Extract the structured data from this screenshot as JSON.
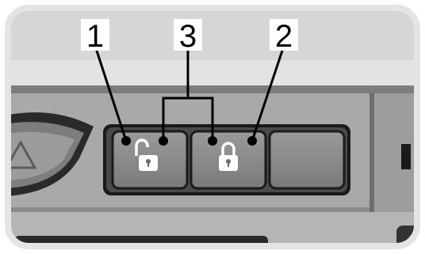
{
  "figure": {
    "callouts": [
      {
        "number": "1",
        "target": "unlock-button"
      },
      {
        "number": "2",
        "target": "lock-button"
      },
      {
        "number": "3",
        "target": "lock-indicator-lights"
      }
    ],
    "buttons": [
      {
        "name": "unlock-button",
        "icon": "unlock-padlock-icon",
        "indicator_light": true
      },
      {
        "name": "lock-button",
        "icon": "lock-padlock-icon",
        "indicator_light": true
      },
      {
        "name": "blank-button",
        "icon": "",
        "indicator_light": false
      }
    ],
    "colors": {
      "panel_light": "#d3d3d3",
      "panel_mid": "#a6a6a6",
      "panel_dark": "#6f6f6f",
      "button_face": "#8c8c8c",
      "button_border": "#1b1b1b",
      "indicator": "#000000",
      "icon": "#ffffff",
      "frame": "#e6e6e6"
    }
  }
}
